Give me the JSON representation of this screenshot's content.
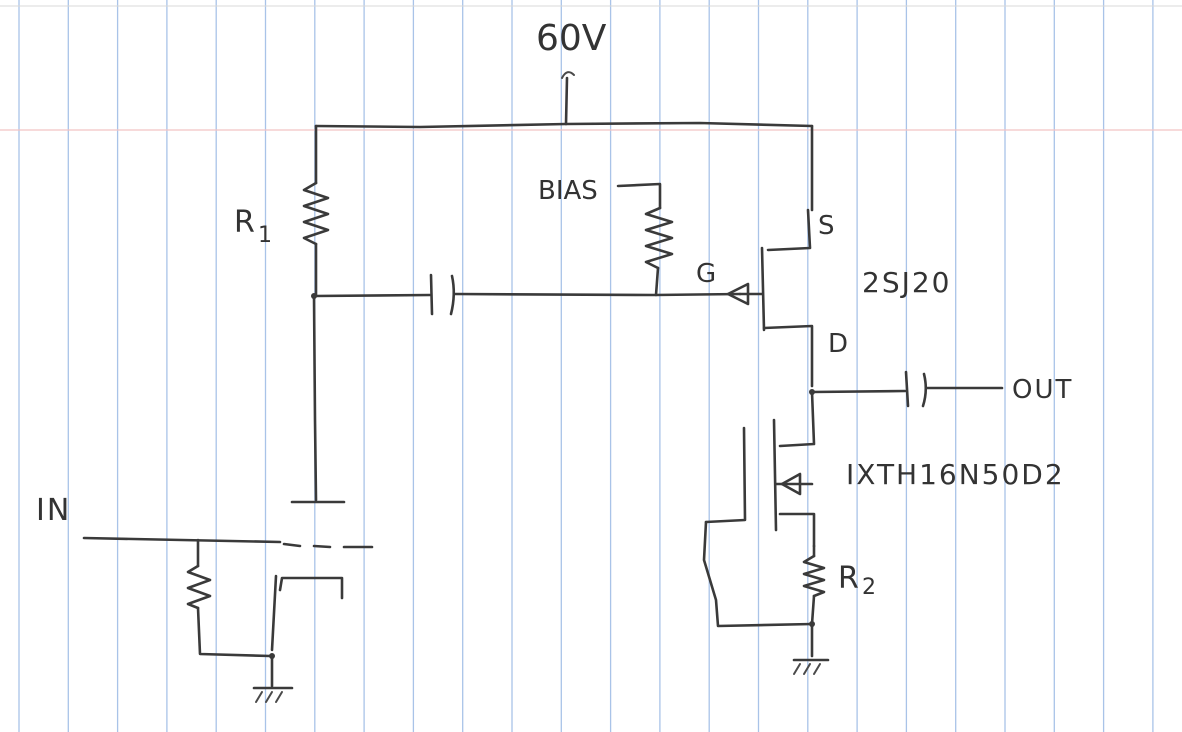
{
  "labels": {
    "supply": "60V",
    "r1": "R",
    "r1_sub": "1",
    "bias": "BIAS",
    "source": "S",
    "gate": "G",
    "drain": "D",
    "pfet": "2SJ20",
    "output": "OUT",
    "nfet": "IXTH16N50D2",
    "r2": "R",
    "r2_sub": "2",
    "input": "IN"
  },
  "paper": {
    "rule_color": "#a9c3e8",
    "margin_color": "#f2c4c4",
    "ink_color": "#3a3a3a"
  }
}
